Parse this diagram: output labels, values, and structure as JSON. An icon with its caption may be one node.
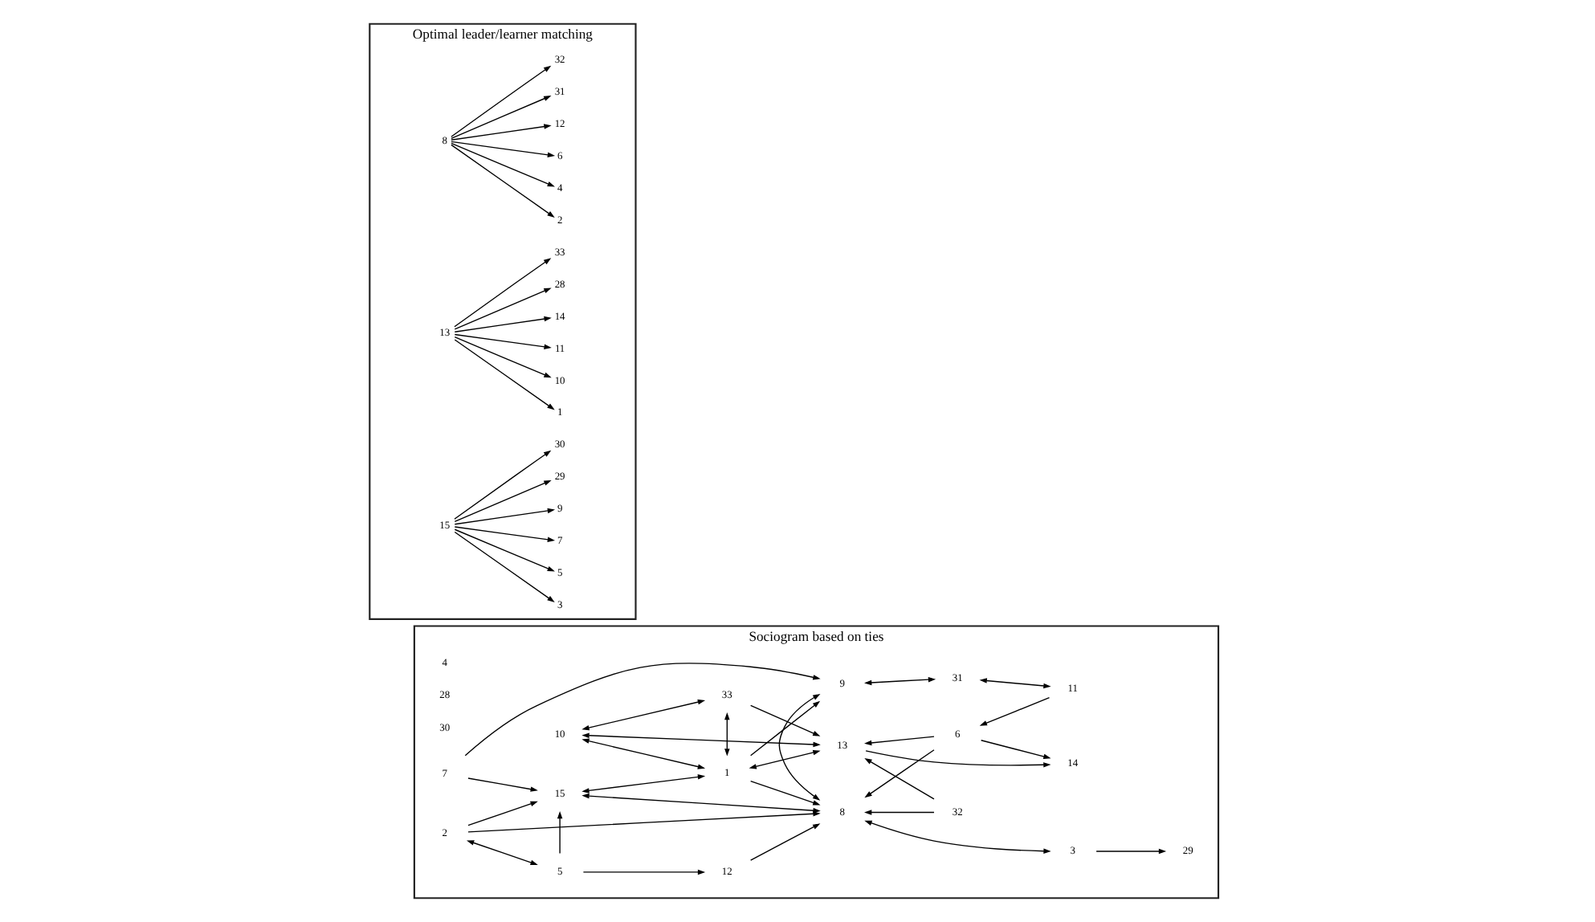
{
  "diagram": {
    "nodes": [
      {
        "text": [
          "Sociogram based on ties"
        ]
      },
      {
        "text": [
          "33"
        ],
        "in": 0
      },
      {
        "text": [
          "32"
        ],
        "in": 0
      },
      {
        "text": [
          "10"
        ],
        "in": 0
      },
      {
        "text": [
          "4"
        ],
        "in": 0
      },
      {
        "text": [
          "28"
        ],
        "in": 0
      },
      {
        "text": [
          "30"
        ],
        "in": 0
      },
      {
        "text": [
          "13"
        ],
        "in": 0
      },
      {
        "text": [
          "14"
        ],
        "in": 0
      },
      {
        "text": [
          "1"
        ],
        "in": 0
      },
      {
        "text": [
          "6"
        ],
        "in": 0
      },
      {
        "text": [
          "15"
        ],
        "in": 0
      },
      {
        "text": [
          "8"
        ],
        "in": 0
      },
      {
        "text": [
          "2"
        ],
        "in": 0
      },
      {
        "text": [
          "3"
        ],
        "in": 0
      },
      {
        "text": [
          "5"
        ],
        "in": 0
      },
      {
        "text": [
          "29"
        ],
        "in": 0
      },
      {
        "text": [
          "9"
        ],
        "in": 0
      },
      {
        "text": [
          "7"
        ],
        "in": 0
      },
      {
        "text": [
          "11"
        ],
        "in": 0
      },
      {
        "text": [
          "12"
        ],
        "in": 0
      },
      {
        "text": [
          "31"
        ],
        "in": 0
      },
      {
        "text": [
          "Optimal leader/learner matching"
        ]
      },
      {
        "text": [
          "2"
        ],
        "in": 22
      },
      {
        "text": [
          "4"
        ],
        "in": 22
      },
      {
        "text": [
          "8"
        ],
        "in": 22
      },
      {
        "text": [
          "6"
        ],
        "in": 22
      },
      {
        "text": [
          "12"
        ],
        "in": 22
      },
      {
        "text": [
          "31"
        ],
        "in": 22
      },
      {
        "text": [
          "32"
        ],
        "in": 22
      },
      {
        "text": [
          "1"
        ],
        "in": 22
      },
      {
        "text": [
          "10"
        ],
        "in": 22
      },
      {
        "text": [
          "13"
        ],
        "in": 22
      },
      {
        "text": [
          "11"
        ],
        "in": 22
      },
      {
        "text": [
          "14"
        ],
        "in": 22
      },
      {
        "text": [
          "28"
        ],
        "in": 22
      },
      {
        "text": [
          "33"
        ],
        "in": 22
      },
      {
        "text": [
          "3"
        ],
        "in": 22
      },
      {
        "text": [
          "5"
        ],
        "in": 22
      },
      {
        "text": [
          "15"
        ],
        "in": 22
      },
      {
        "text": [
          "7"
        ],
        "in": 22
      },
      {
        "text": [
          "9"
        ],
        "in": 22
      },
      {
        "text": [
          "29"
        ],
        "in": 22
      },
      {
        "text": [
          "30"
        ],
        "in": 22
      }
    ],
    "edges": [
      {
        "from": 1,
        "to": 3,
        "arrow": "both"
      },
      {
        "from": 9,
        "to": 1,
        "arrow": "both"
      },
      {
        "from": 1,
        "to": 7,
        "arrow": "to"
      },
      {
        "from": 3,
        "to": 7,
        "arrow": "both"
      },
      {
        "from": 3,
        "to": 9,
        "arrow": "both"
      },
      {
        "from": 7,
        "to": 9,
        "arrow": "both"
      },
      {
        "from": 2,
        "to": 7,
        "arrow": "to"
      },
      {
        "from": 2,
        "to": 12,
        "arrow": "to"
      },
      {
        "from": 7,
        "to": 8,
        "arrow": "to"
      },
      {
        "from": 10,
        "to": 7,
        "arrow": "to"
      },
      {
        "from": 10,
        "to": 8,
        "arrow": "to"
      },
      {
        "from": 10,
        "to": 12,
        "arrow": "to"
      },
      {
        "from": 9,
        "to": 11,
        "arrow": "both"
      },
      {
        "from": 9,
        "to": 12,
        "arrow": "to"
      },
      {
        "from": 9,
        "to": 17,
        "arrow": "to"
      },
      {
        "from": 11,
        "to": 12,
        "arrow": "both"
      },
      {
        "from": 13,
        "to": 11,
        "arrow": "to"
      },
      {
        "from": 13,
        "to": 12,
        "arrow": "to"
      },
      {
        "from": 13,
        "to": 15,
        "arrow": "both"
      },
      {
        "from": 18,
        "to": 11,
        "arrow": "to"
      },
      {
        "from": 15,
        "to": 11,
        "arrow": "to"
      },
      {
        "from": 15,
        "to": 20,
        "arrow": "to"
      },
      {
        "from": 20,
        "to": 12,
        "arrow": "to"
      },
      {
        "from": 12,
        "to": 17,
        "arrow": "both"
      },
      {
        "from": 18,
        "to": 17,
        "arrow": "to"
      },
      {
        "from": 17,
        "to": 21,
        "arrow": "both"
      },
      {
        "from": 21,
        "to": 19,
        "arrow": "both"
      },
      {
        "from": 19,
        "to": 10,
        "arrow": "to"
      },
      {
        "from": 12,
        "to": 14,
        "arrow": "both"
      },
      {
        "from": 14,
        "to": 16,
        "arrow": "to"
      },
      {
        "from": 25,
        "to": 23,
        "arrow": "to"
      },
      {
        "from": 25,
        "to": 24,
        "arrow": "to"
      },
      {
        "from": 25,
        "to": 26,
        "arrow": "to"
      },
      {
        "from": 25,
        "to": 27,
        "arrow": "to"
      },
      {
        "from": 25,
        "to": 28,
        "arrow": "to"
      },
      {
        "from": 25,
        "to": 29,
        "arrow": "to"
      },
      {
        "from": 32,
        "to": 30,
        "arrow": "to"
      },
      {
        "from": 32,
        "to": 31,
        "arrow": "to"
      },
      {
        "from": 32,
        "to": 33,
        "arrow": "to"
      },
      {
        "from": 32,
        "to": 34,
        "arrow": "to"
      },
      {
        "from": 32,
        "to": 35,
        "arrow": "to"
      },
      {
        "from": 32,
        "to": 36,
        "arrow": "to"
      },
      {
        "from": 39,
        "to": 37,
        "arrow": "to"
      },
      {
        "from": 39,
        "to": 38,
        "arrow": "to"
      },
      {
        "from": 39,
        "to": 40,
        "arrow": "to"
      },
      {
        "from": 39,
        "to": 41,
        "arrow": "to"
      },
      {
        "from": 39,
        "to": 42,
        "arrow": "to"
      },
      {
        "from": 39,
        "to": 43,
        "arrow": "to"
      }
    ]
  }
}
